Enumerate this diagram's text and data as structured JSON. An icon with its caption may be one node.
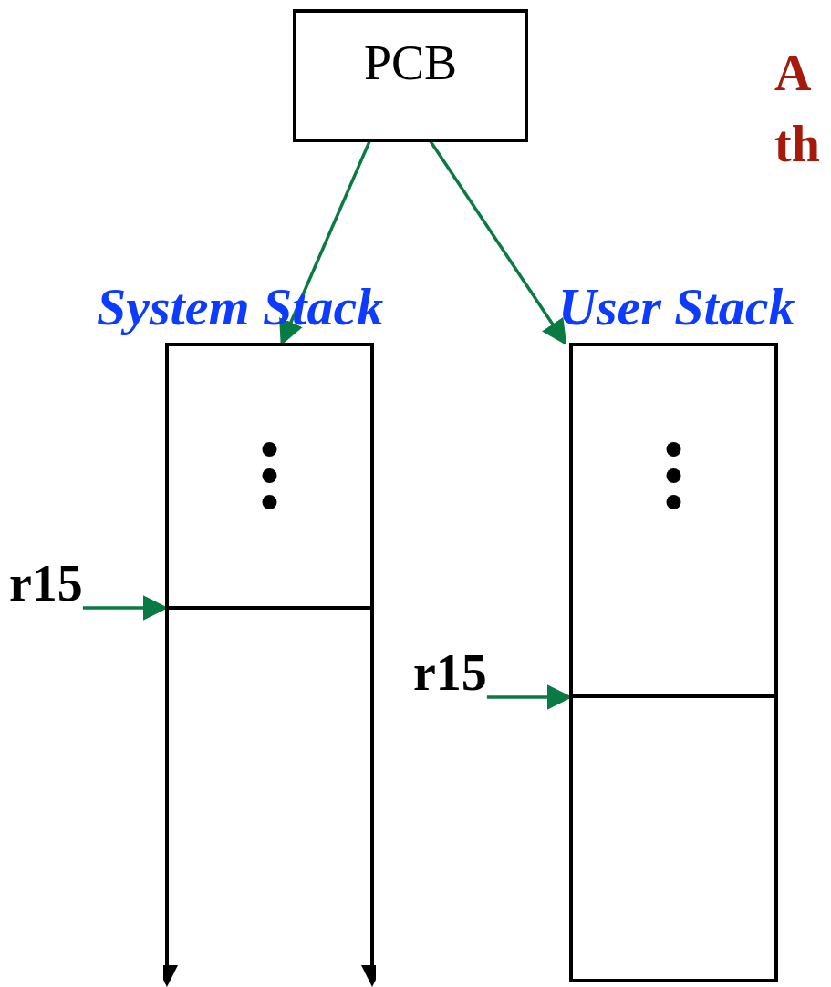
{
  "diagram": {
    "nodes": [
      {
        "text": [
          "PCB"
        ]
      },
      {
        "text": [
          "System Stack"
        ]
      },
      {
        "text": [
          "User Stack"
        ]
      },
      {
        "text": [
          "r15"
        ]
      },
      {
        "text": [
          "r15"
        ]
      }
    ],
    "edges": [
      {
        "from": 0,
        "to": 1,
        "arrow": "to"
      },
      {
        "from": 0,
        "to": 2,
        "arrow": "to"
      },
      {
        "from": 3,
        "to": 1,
        "arrow": "to"
      },
      {
        "from": 4,
        "to": 2,
        "arrow": "to"
      }
    ],
    "labels": [
      "A",
      "th"
    ]
  }
}
